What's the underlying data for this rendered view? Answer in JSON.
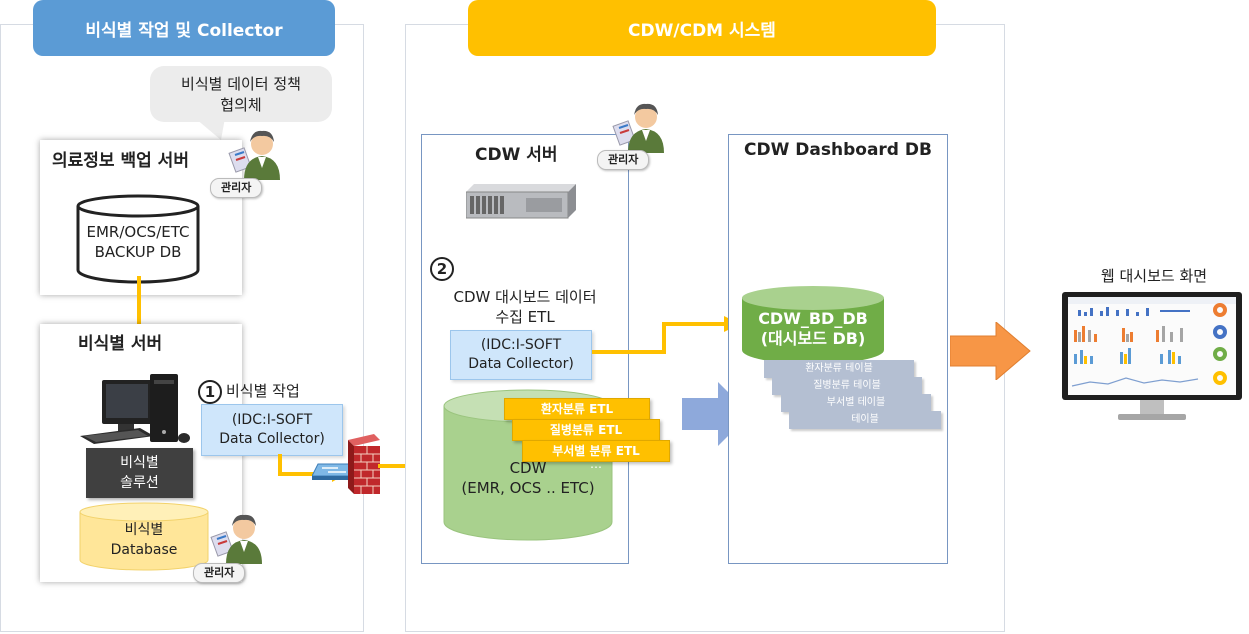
{
  "left_section": {
    "header": "비식별 작업 및 Collector",
    "speech_line1": "비식별 데이터 정책",
    "speech_line2": "협의체",
    "backup_server": {
      "title": "의료정보 백업 서버",
      "db_line1": "EMR/OCS/ETC",
      "db_line2": "BACKUP DB",
      "admin_label": "관리자"
    },
    "deid_server": {
      "title": "비식별 서버",
      "solution_line1": "비식별",
      "solution_line2": "솔루션",
      "db_line1": "비식별",
      "db_line2": "Database",
      "admin_label": "관리자"
    },
    "step1_number": "1",
    "step1_label": "비식별 작업",
    "collector_line1": "(IDC:I-SOFT",
    "collector_line2": "Data Collector)"
  },
  "middle_section": {
    "header": "CDW/CDM 시스템",
    "cdw_server": {
      "title": "CDW 서버",
      "admin_label": "관리자",
      "step2_number": "2",
      "step2_line1": "CDW 대시보드 데이터",
      "step2_line2": "수집 ETL",
      "collector_line1": "(IDC:I-SOFT",
      "collector_line2": "Data Collector)",
      "db_line1": "CDW",
      "db_line2": "(EMR, OCS .. ETC)",
      "etl_items": [
        "환자분류 ETL",
        "질병분류 ETL",
        "부서별 분류 ETL"
      ],
      "etl_more": "…"
    },
    "dashboard_db": {
      "title": "CDW Dashboard DB",
      "db_line1": "CDW_BD_DB",
      "db_line2": "(대시보드 DB)",
      "tables": [
        "환자분류 테이블",
        "질병분류 테이블",
        "부서별 테이블",
        "테이블"
      ]
    }
  },
  "right_section": {
    "title": "웹 대시보드 화면"
  },
  "colors": {
    "blue_header": "#5b9bd5",
    "gold_header": "#ffc000",
    "flow_arrow": "#ffc000",
    "green_db": "#a9d18e",
    "orange_arrow": "#f79646",
    "blue_arrow": "#8ea9db"
  }
}
